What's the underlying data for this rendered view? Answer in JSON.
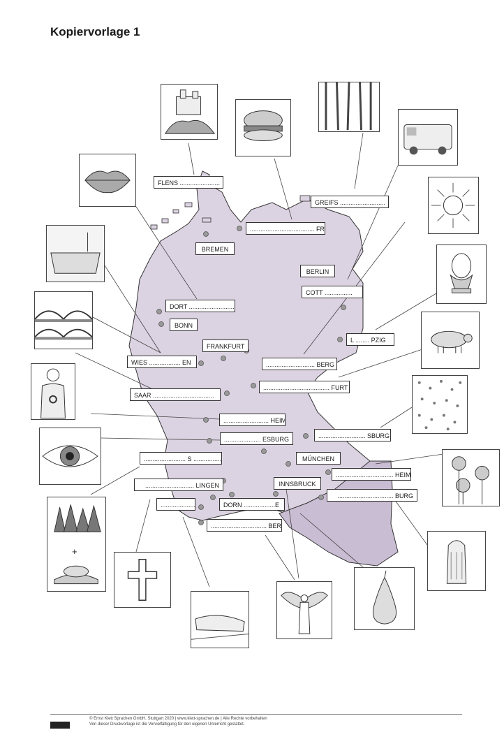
{
  "page_title": "Kopiervorlage 1",
  "map_labels": {
    "flens": "FLENS .......................",
    "fr": "..................................... FR",
    "greifs": "GREIFS ..........................",
    "bremen": "BREMEN",
    "berlin": "BERLIN",
    "cott": "COTT ................",
    "dort": "DORT ............................",
    "bonn": "BONN",
    "frankfurt": "FRANKFURT",
    "l_pzig": "L ........ PZIG",
    "wies": "WIES .................. EN",
    "berg1": "............................ BERG",
    "furt": "...................................... FURT",
    "saar": "SAAR ...................................",
    "heim1": ".......................... HEIM",
    "esburg": "..................... ESBURG",
    "sburg": "........................... SBURG",
    "s": "........................ S ......................",
    "muenchen": "MÜNCHEN",
    "heim2": "................................. HEIM",
    "lingen": "............................ LINGEN",
    "innsbruck": "INNSBRUCK",
    "burg": "................................ BURG",
    "blank": "......................",
    "dorn": "DORN ..................E",
    "berg2": "................................ BERG"
  },
  "pictures": [
    "castle-icon",
    "burger-icon",
    "forest-icon",
    "bus-icon",
    "lips-icon",
    "sun-icon",
    "bathtub-icon",
    "egg-icon",
    "bridge-icon",
    "pig-icon",
    "man-icon",
    "rain-icon",
    "eye-icon",
    "roses-icon",
    "forest-hat-icon",
    "salt-shaker-icon",
    "cross-icon",
    "train-icon",
    "angel-icon",
    "pear-icon"
  ],
  "forest_hat_plus": "+",
  "footer": {
    "line1": "© Ernst Klett Sprachen GmbH, Stuttgart 2020 | www.klett-sprachen.de | Alle Rechte vorbehalten",
    "line2": "Von dieser Druckvorlage ist die Vervielfältigung für den eigenen Unterricht gestattet."
  },
  "colors": {
    "map_fill": "#dcd3e2",
    "austria_fill": "#c9bdd3",
    "line": "#333333"
  }
}
